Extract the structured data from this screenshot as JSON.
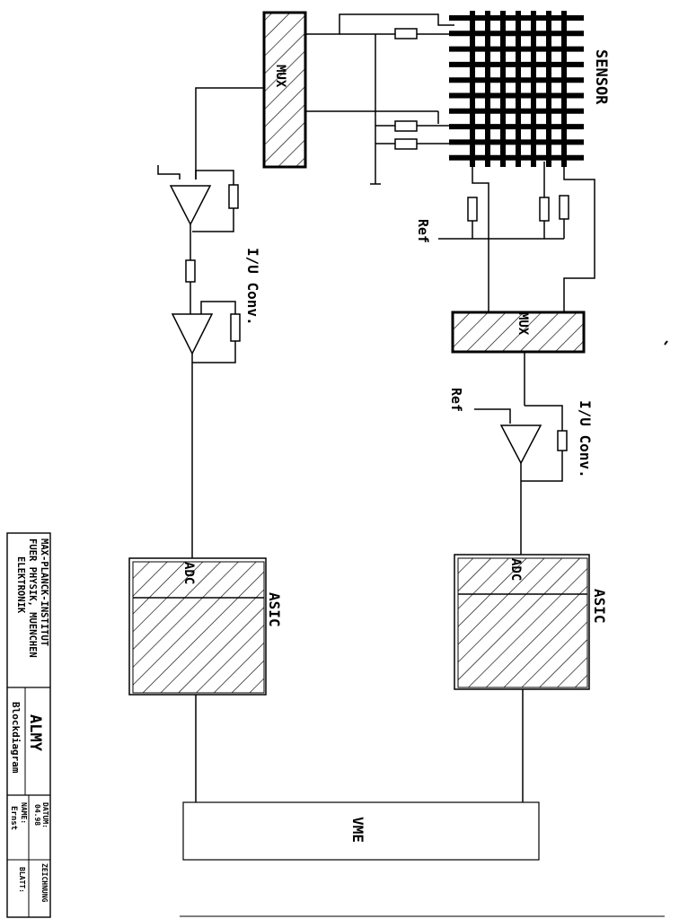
{
  "labels": {
    "sensor": "SENSOR",
    "mux": "MUX",
    "ref": "Ref",
    "iu_conv": "I/U Conv.",
    "asic": "ASIC",
    "adc": "ADC",
    "vme": "VME"
  },
  "title_block": {
    "institute_line1": "MAX-PLANCK-INSTITUT",
    "institute_line2": "FUER PHYSIK, MUENCHEN",
    "institute_line3": "ELEKTRONIK",
    "project": "ALMY",
    "drawing_title": "Blockdiagram",
    "datum_label": "DATUM:",
    "datum_value": "04.98",
    "name_label": "NAME:",
    "name_value": "Ernst",
    "zeichnung_label": "ZEICHNUNG",
    "blatt_label": "BLATT:"
  },
  "colors": {
    "ink": "#000000",
    "paper": "#ffffff"
  }
}
